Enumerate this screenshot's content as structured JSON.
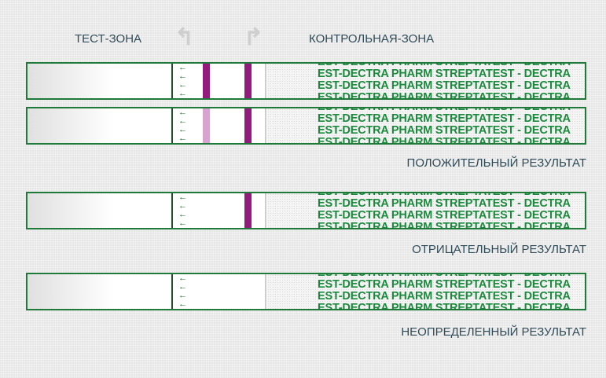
{
  "labels": {
    "test_zone": "ТЕСТ-ЗОНА",
    "control_zone": "КОНТРОЛЬНАЯ-ЗОНА"
  },
  "strip_text": "EST-DECTRA PHARM  STREPTATEST - DECTRA",
  "arrows": "←\n←\n←\n←",
  "results": {
    "positive": "ПОЛОЖИТЕЛЬНЫЙ РЕЗУЛЬТАТ",
    "negative": "ОТРИЦАТЕЛЬНЫЙ РЕЗУЛЬТАТ",
    "invalid": "НЕОПРЕДЕЛЕННЫЙ РЕЗУЛЬТАТ"
  },
  "colors": {
    "line_strong": "#951a7e",
    "line_faint": "#d7a3cf",
    "strip_border": "#1f7a3a"
  },
  "strips": [
    {
      "test_line": "strong",
      "control_line": true
    },
    {
      "test_line": "faint",
      "control_line": true
    },
    {
      "test_line": "none",
      "control_line": true
    },
    {
      "test_line": "none",
      "control_line": false
    }
  ]
}
